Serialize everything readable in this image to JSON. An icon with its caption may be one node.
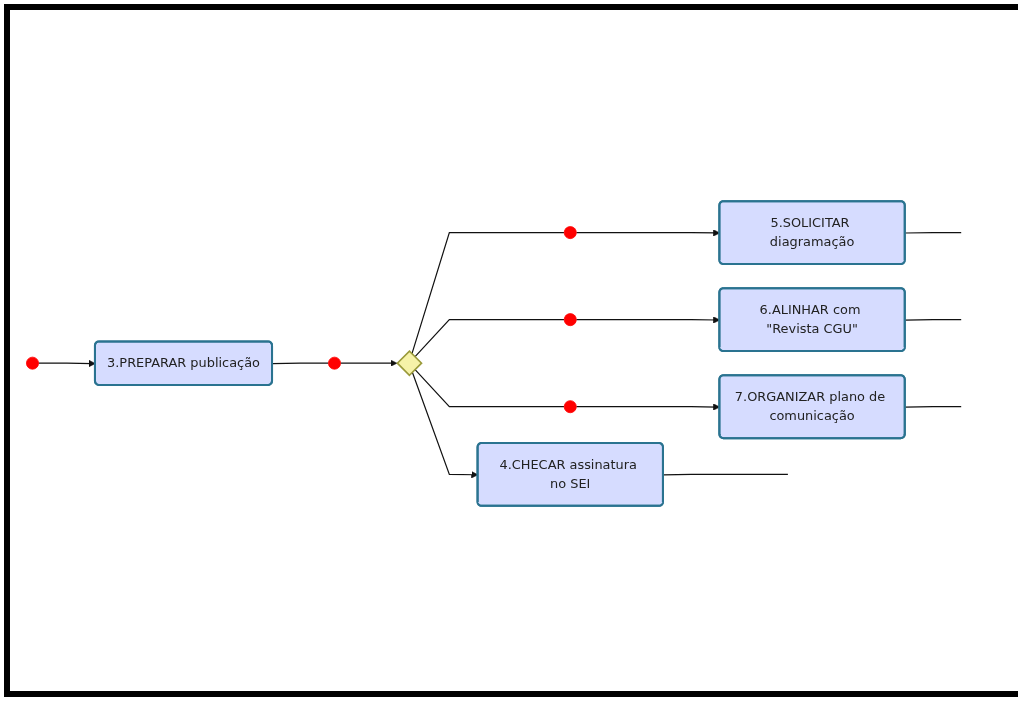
{
  "diagram": {
    "nodes": [
      {
        "text": [],
        "shape": "circle"
      },
      {
        "text": [
          "3.PREPARAR publicação"
        ]
      },
      {
        "text": [],
        "shape": "circle"
      },
      {
        "text": [],
        "shape": "diamond"
      },
      {
        "text": [
          "4.CHECAR assinatura no SEI"
        ]
      },
      {
        "text": [],
        "shape": "circle"
      },
      {
        "text": [
          "5.SOLICITAR diagramação"
        ]
      },
      {
        "text": [],
        "shape": "circle"
      },
      {
        "text": [
          "6.ALINHAR com \"Revista CGU\""
        ]
      },
      {
        "text": [],
        "shape": "circle"
      },
      {
        "text": [
          "7.ORGANIZAR plano de comunicação"
        ]
      }
    ],
    "edges": [
      {
        "from": 0,
        "to": 1,
        "arrow": "to"
      },
      {
        "from": 1,
        "to": 2,
        "arrow": "none"
      },
      {
        "from": 2,
        "to": 3,
        "arrow": "to"
      },
      {
        "from": 3,
        "to": 4,
        "arrow": "to"
      },
      {
        "from": 3,
        "to": 5,
        "arrow": "none"
      },
      {
        "from": 5,
        "to": 6,
        "arrow": "to"
      },
      {
        "from": 3,
        "to": 7,
        "arrow": "none"
      },
      {
        "from": 7,
        "to": 8,
        "arrow": "to"
      },
      {
        "from": 3,
        "to": 9,
        "arrow": "none"
      },
      {
        "from": 9,
        "to": 10,
        "arrow": "to"
      },
      {
        "from": 4,
        "to": null,
        "arrow": "none"
      },
      {
        "from": 6,
        "to": null,
        "arrow": "none"
      },
      {
        "from": 8,
        "to": null,
        "arrow": "none"
      },
      {
        "from": 10,
        "to": null,
        "arrow": "none"
      }
    ]
  }
}
